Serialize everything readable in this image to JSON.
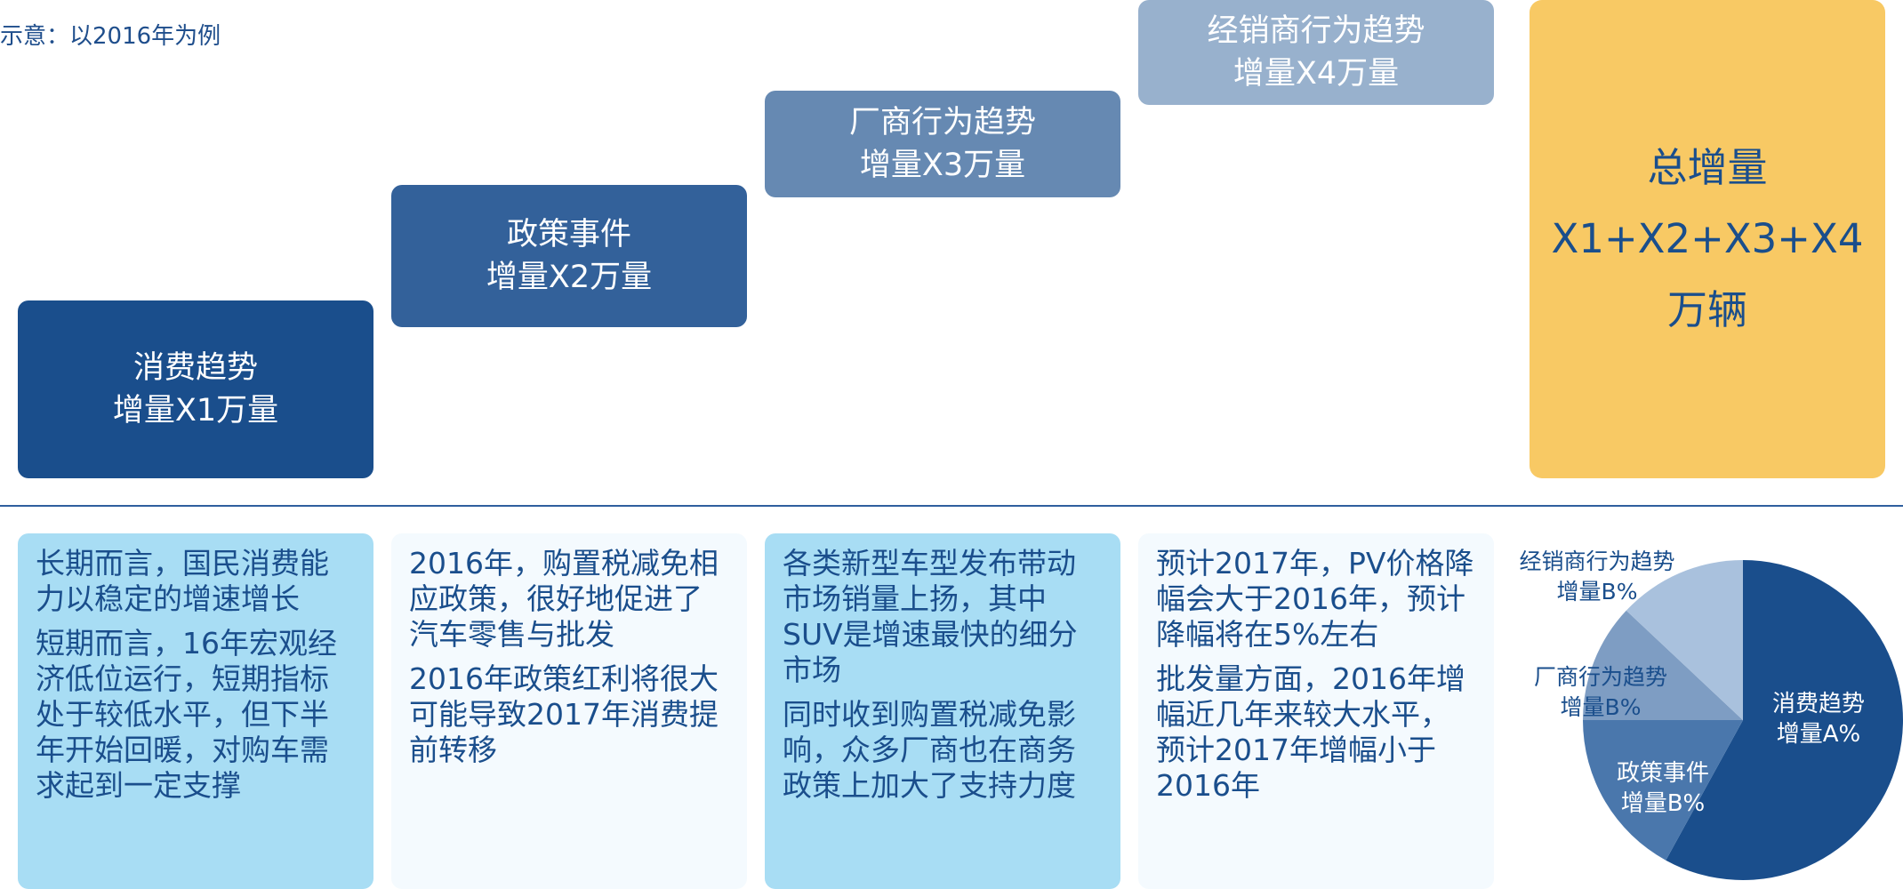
{
  "note": "示意：以2016年为例",
  "steps": [
    {
      "title": "消费趋势",
      "value": "增量X1万量"
    },
    {
      "title": "政策事件",
      "value": "增量X2万量"
    },
    {
      "title": "厂商行为趋势",
      "value": "增量X3万量"
    },
    {
      "title": "经销商行为趋势",
      "value": "增量X4万量"
    }
  ],
  "total": {
    "title": "总增量",
    "formula": "X1+X2+X3+X4",
    "unit": "万辆"
  },
  "descriptions": [
    [
      "长期而言，国民消费能力以稳定的增速增长",
      "短期而言，16年宏观经济低位运行，短期指标处于较低水平，但下半年开始回暖，对购车需求起到一定支撑"
    ],
    [
      "2016年，购置税减免相应政策，很好地促进了汽车零售与批发",
      "2016年政策红利将很大可能导致2017年消费提前转移"
    ],
    [
      "各类新型车型发布带动市场销量上扬，其中SUV是增速最快的细分市场",
      "同时收到购置税减免影响，众多厂商也在商务政策上加大了支持力度"
    ],
    [
      "预计2017年，PV价格降幅会大于2016年，预计降幅将在5%左右",
      "批发量方面，2016年增幅近几年来较大水平，预计2017年增幅小于2016年"
    ]
  ],
  "chart_data": {
    "type": "pie",
    "slices": [
      {
        "label": [
          "消费趋势",
          "增量A%"
        ],
        "share": 0.58,
        "color": "#1a4e8c",
        "text_color": "#ffffff"
      },
      {
        "label": [
          "政策事件",
          "增量B%"
        ],
        "share": 0.17,
        "color": "#4a77ac",
        "text_color": "#ffffff"
      },
      {
        "label": [
          "厂商行为趋势",
          "增量B%"
        ],
        "share": 0.12,
        "color": "#7e9dc3",
        "text_color": "#1a4e8c"
      },
      {
        "label": [
          "经销商行为趋势",
          "增量B%"
        ],
        "share": 0.13,
        "color": "#a9c1dd",
        "text_color": "#1a4e8c"
      }
    ]
  }
}
